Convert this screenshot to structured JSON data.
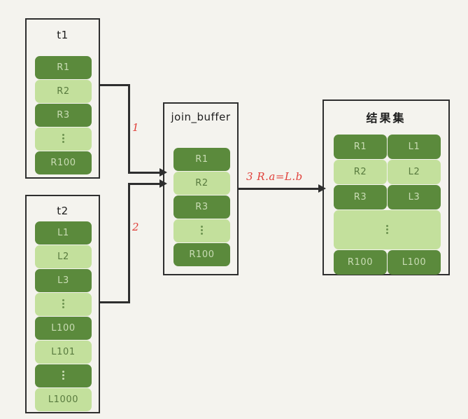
{
  "diagram": {
    "background_color": "#f4f3ee",
    "border_color": "#2e2e2e",
    "dark_green": "#5b8a3c",
    "light_green": "#c3e09c",
    "label_color": "#e0403a"
  },
  "boxes": {
    "t1": {
      "title": "t1",
      "rows": [
        {
          "label": "R1",
          "shade": "dark"
        },
        {
          "label": "R2",
          "shade": "light"
        },
        {
          "label": "R3",
          "shade": "dark"
        },
        {
          "label": "⋮",
          "shade": "light",
          "ellipsis": true
        },
        {
          "label": "R100",
          "shade": "dark"
        }
      ]
    },
    "t2": {
      "title": "t2",
      "rows": [
        {
          "label": "L1",
          "shade": "dark"
        },
        {
          "label": "L2",
          "shade": "light"
        },
        {
          "label": "L3",
          "shade": "dark"
        },
        {
          "label": "⋮",
          "shade": "light",
          "ellipsis": true
        },
        {
          "label": "L100",
          "shade": "dark"
        },
        {
          "label": "L101",
          "shade": "light"
        },
        {
          "label": "⋮",
          "shade": "dark",
          "ellipsis": true
        },
        {
          "label": "L1000",
          "shade": "light"
        }
      ]
    },
    "join_buffer": {
      "title": "join_buffer",
      "rows": [
        {
          "label": "R1",
          "shade": "dark"
        },
        {
          "label": "R2",
          "shade": "light"
        },
        {
          "label": "R3",
          "shade": "dark"
        },
        {
          "label": "⋮",
          "shade": "light",
          "ellipsis": true
        },
        {
          "label": "R100",
          "shade": "dark"
        }
      ]
    },
    "result_set": {
      "title": "结果集",
      "rows": [
        {
          "left": "R1",
          "right": "L1",
          "shade": "dark"
        },
        {
          "left": "R2",
          "right": "L2",
          "shade": "light"
        },
        {
          "left": "R3",
          "right": "L3",
          "shade": "dark"
        },
        {
          "left": "⋮",
          "right": "",
          "shade": "light",
          "ellipsis": true
        },
        {
          "left": "R100",
          "right": "L100",
          "shade": "dark"
        }
      ]
    }
  },
  "connectors": [
    {
      "id": "step-1",
      "label": "1",
      "from": "t1",
      "to": "join_buffer"
    },
    {
      "id": "step-2",
      "label": "2",
      "from": "t2",
      "to": "join_buffer"
    },
    {
      "id": "step-3",
      "label": "3  R.a=L.b",
      "from": "join_buffer",
      "to": "result_set"
    }
  ]
}
